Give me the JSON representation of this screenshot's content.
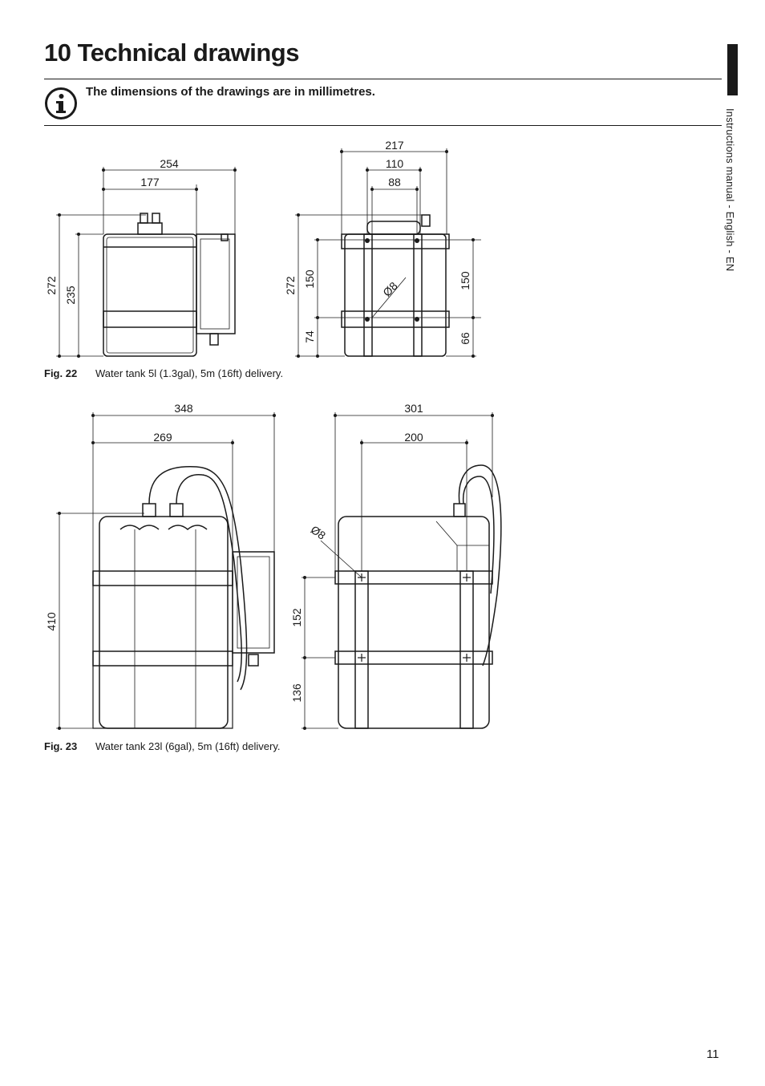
{
  "page": {
    "title": "10 Technical drawings",
    "side_label": "Instructions manual - English - EN",
    "page_number": "11"
  },
  "info": {
    "icon": "info-icon",
    "text": "The dimensions of the drawings are in millimetres."
  },
  "fig22": {
    "label": "Fig. 22",
    "caption": "Water tank 5l (1.3gal), 5m (16ft) delivery.",
    "dims": {
      "w254": "254",
      "w177": "177",
      "h272_side": "272",
      "h235": "235",
      "w217": "217",
      "w110": "110",
      "w88": "88",
      "h272_front": "272",
      "h150_left": "150",
      "h74": "74",
      "h150_right": "150",
      "h66": "66",
      "hole": "Ø8"
    }
  },
  "fig23": {
    "label": "Fig. 23",
    "caption": "Water tank 23l (6gal), 5m (16ft) delivery.",
    "dims": {
      "w348": "348",
      "w269": "269",
      "h410": "410",
      "w301": "301",
      "w200": "200",
      "h152": "152",
      "h136": "136",
      "hole": "Ø8"
    }
  }
}
